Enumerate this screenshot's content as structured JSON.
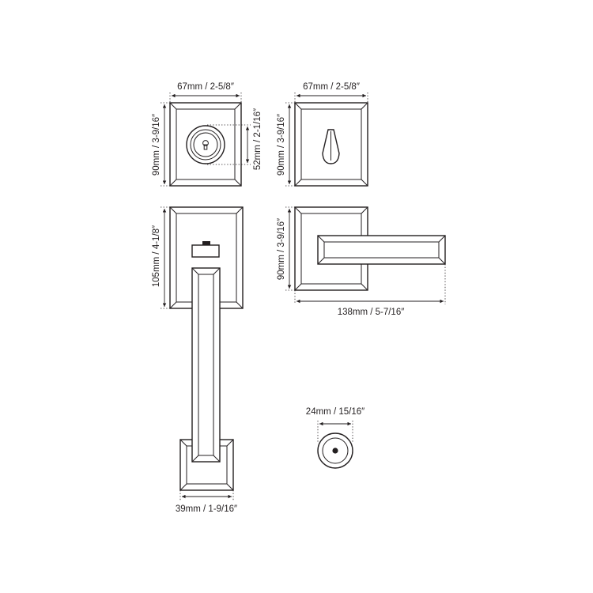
{
  "dimensions": {
    "deadbolt_width": "67mm / 2-5/8″",
    "deadbolt_height": "90mm / 3-9/16″",
    "deadbolt_cylinder": "52mm / 2-1/16″",
    "thumbturn_width": "67mm / 2-5/8″",
    "thumbturn_height": "90mm / 3-9/16″",
    "handleset_plate_height": "105mm / 4-1/8″",
    "handleset_grip_width": "39mm / 1-9/16″",
    "lever_height": "90mm / 3-9/16″",
    "lever_length": "138mm / 5-7/16″",
    "privacy_diameter": "24mm / 15/16″"
  },
  "colors": {
    "line": "#231f20",
    "background": "#ffffff"
  }
}
